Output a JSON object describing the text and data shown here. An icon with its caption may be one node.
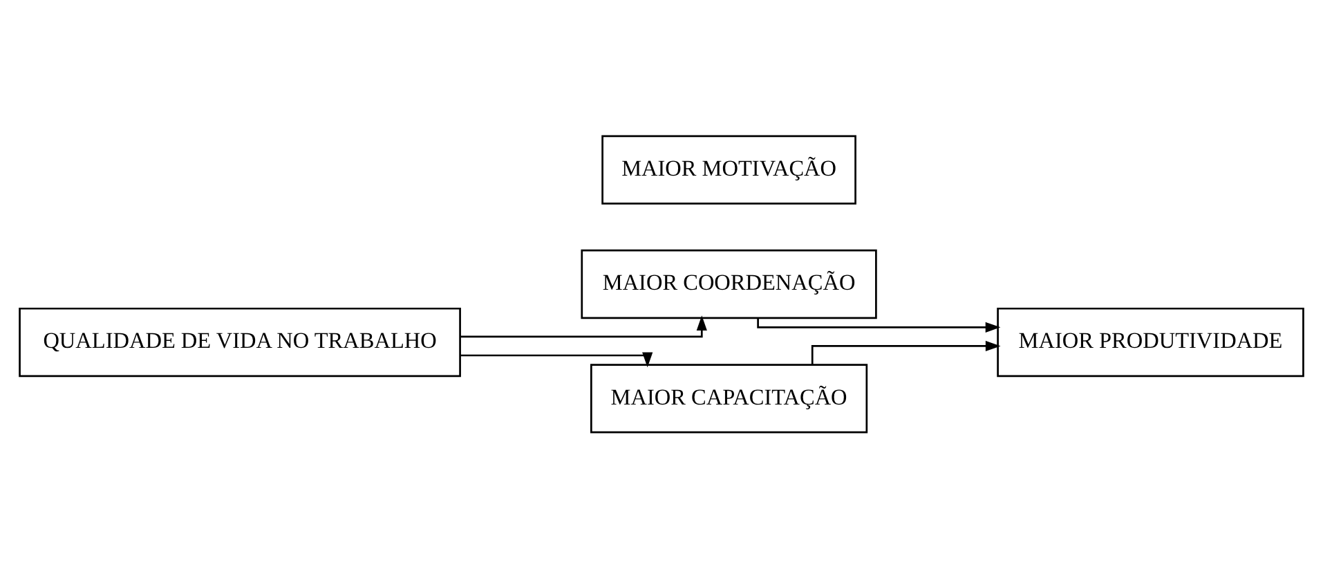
{
  "diagram": {
    "nodes": [
      {
        "text": [
          "QUALIDADE DE VIDA NO TRABALHO"
        ]
      },
      {
        "text": [
          "MAIOR COORDENAÇÃO"
        ]
      },
      {
        "text": [
          "MAIOR MOTIVAÇÃO"
        ]
      },
      {
        "text": [
          "MAIOR CAPACITAÇÃO"
        ]
      },
      {
        "text": [
          "MAIOR PRODUTIVIDADE"
        ]
      }
    ],
    "edges": [
      {
        "from": 0,
        "to": 1,
        "arrow": "to"
      },
      {
        "from": 0,
        "to": 3,
        "arrow": "to"
      },
      {
        "from": 1,
        "to": 4,
        "arrow": "to"
      },
      {
        "from": 3,
        "to": 4,
        "arrow": "to"
      }
    ]
  }
}
